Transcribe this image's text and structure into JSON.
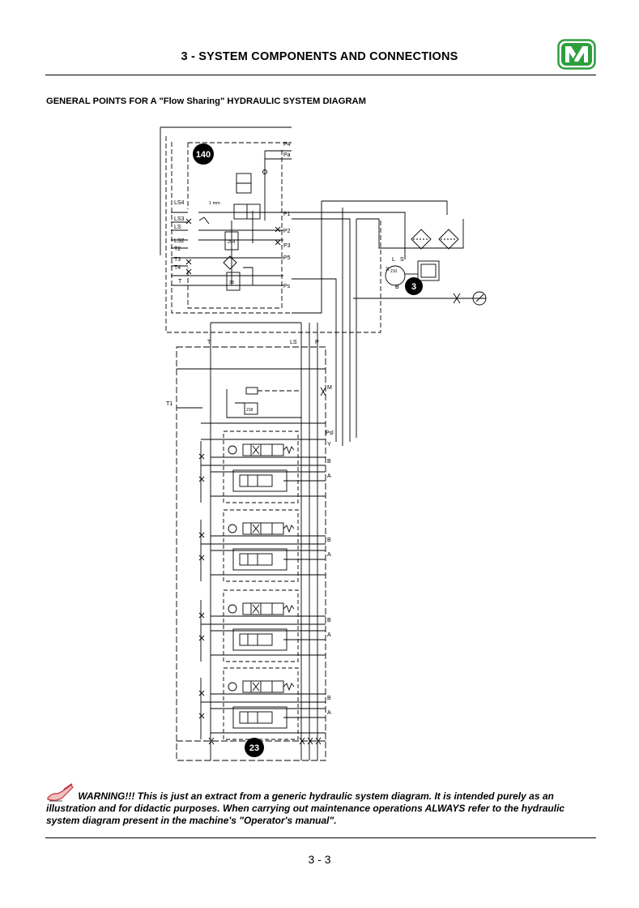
{
  "header": {
    "title": "3 - SYSTEM COMPONENTS AND CONNECTIONS",
    "logo_color": "#2e9e3f"
  },
  "section_title": "GENERAL POINTS FOR A \"Flow Sharing\" HYDRAULIC SYSTEM DIAGRAM",
  "diagram": {
    "callouts": {
      "valve_block": "140",
      "pump": "3",
      "distributor": "23"
    },
    "port_labels": {
      "p4": "P4",
      "pa": "Pa",
      "p1": "P1",
      "p2": "P2",
      "p3": "P3",
      "p5": "P5",
      "ps": "Ps",
      "ls4": "LS4",
      "ls3": "LS3",
      "ls": "LS",
      "ls2": "LS2",
      "t2": "T2",
      "t3": "T3",
      "t4": "T4",
      "t": "T",
      "lmm": "1 mm"
    },
    "component_labels": {
      "v254": "254",
      "v28": "28",
      "v210": "210",
      "v218": "218"
    },
    "pump_labels": {
      "l": "L",
      "s": "S",
      "x": "X",
      "b": "B"
    },
    "distributor_labels": {
      "t": "T",
      "ls": "LS",
      "p": "P",
      "m": "M",
      "t1": "T1",
      "psl": "Psl",
      "y": "Y"
    },
    "section_ports": [
      {
        "b": "B",
        "a": "A"
      },
      {
        "b": "B",
        "a": "A"
      },
      {
        "b": "B",
        "a": "A"
      },
      {
        "b": "B",
        "a": "A"
      }
    ]
  },
  "warning": {
    "icon": "hand-pen-icon",
    "text": "WARNING!!! This is just an extract from a generic hydraulic system diagram. It is intended purely as an illustration and for didactic purposes. When carrying out maintenance operations ALWAYS refer to the hydraulic system diagram present in the machine's \"Operator's manual\"."
  },
  "footer": {
    "page_number": "3 - 3"
  }
}
